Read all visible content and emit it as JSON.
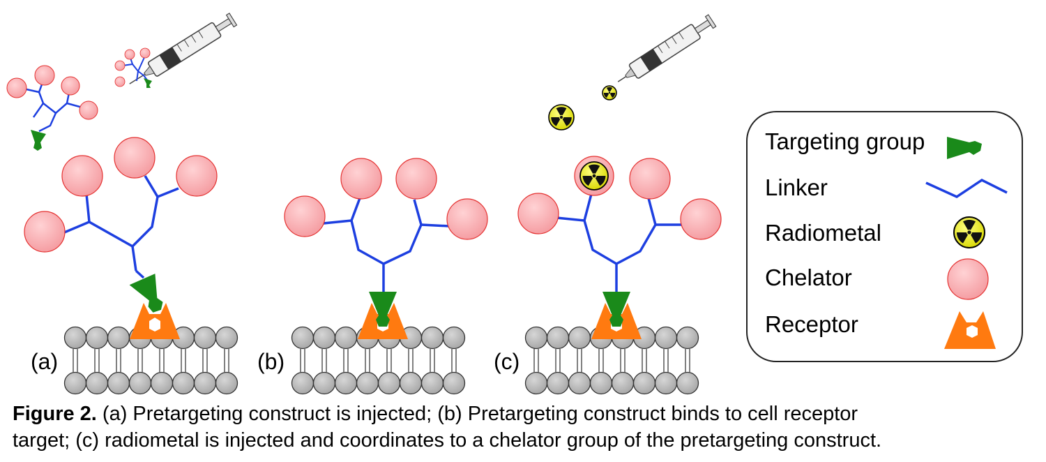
{
  "figure": {
    "panels": [
      {
        "label": "(a)"
      },
      {
        "label": "(b)"
      },
      {
        "label": "(c)"
      }
    ],
    "legend": {
      "items": [
        {
          "label": "Targeting group",
          "icon": "targeting-group-icon"
        },
        {
          "label": "Linker",
          "icon": "linker-icon"
        },
        {
          "label": "Radiometal",
          "icon": "radiometal-icon"
        },
        {
          "label": "Chelator",
          "icon": "chelator-icon"
        },
        {
          "label": "Receptor",
          "icon": "receptor-icon"
        }
      ]
    },
    "caption": {
      "lead": "Figure 2.",
      "line1": " (a) Pretargeting construct is injected; (b) Pretargeting construct binds to cell receptor",
      "line2": "target; (c) radiometal is injected and coordinates to a chelator group of the pretargeting construct."
    },
    "colors": {
      "chelator_fill": "#f7a8ac",
      "chelator_stroke": "#e4302f",
      "linker": "#1d3fe0",
      "targeting": "#1a8a1a",
      "receptor": "#ff7a10",
      "membrane": "#b8b8b8",
      "radiometal_fill": "#f2f200"
    }
  }
}
